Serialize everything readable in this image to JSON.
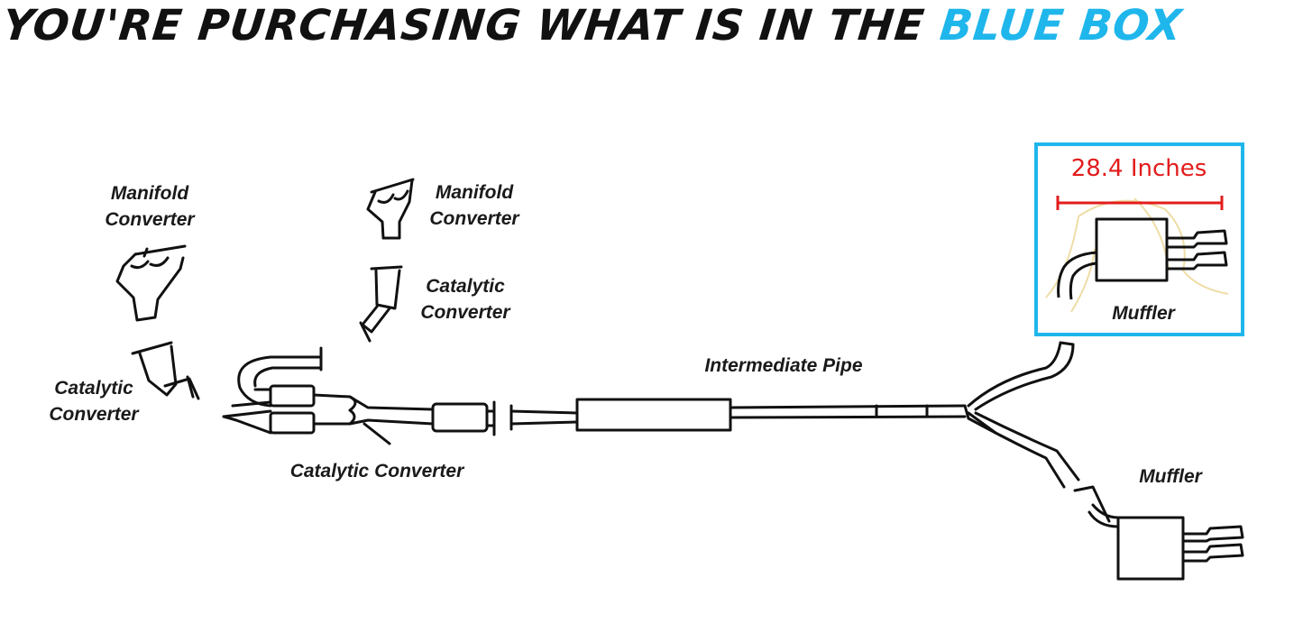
{
  "headline": {
    "main_text": "YOU'RE PURCHASING WHAT IS IN THE",
    "accent_text": "BLUE BOX"
  },
  "labels": {
    "manifold_converter_left": [
      "Manifold",
      "Converter"
    ],
    "catalytic_converter_left": [
      "Catalytic",
      "Converter"
    ],
    "manifold_converter_right": [
      "Manifold",
      "Converter"
    ],
    "catalytic_converter_right": [
      "Catalytic",
      "Converter"
    ],
    "catalytic_converter_bottom": "Catalytic Converter",
    "intermediate_pipe": "Intermediate Pipe",
    "muffler_selected": "Muffler",
    "muffler_lower": "Muffler"
  },
  "selection_box": {
    "measurement": "28.4 Inches"
  },
  "colors": {
    "accent_blue": "#1fb6ec",
    "measurement_red": "#e21c1c",
    "line_black": "#111111"
  }
}
